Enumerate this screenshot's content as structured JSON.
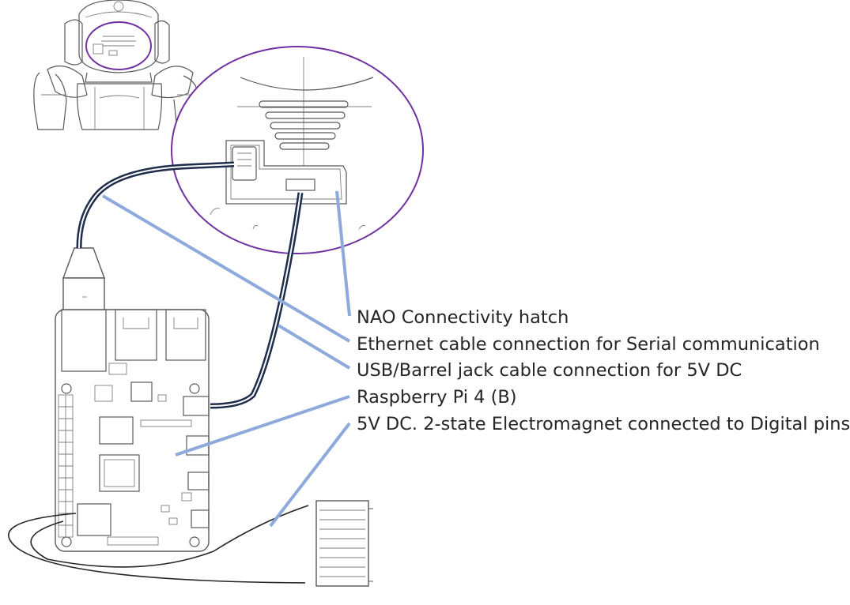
{
  "labels": [
    {
      "text": "NAO Connectivity hatch"
    },
    {
      "text": "Ethernet cable connection for Serial communication"
    },
    {
      "text": "USB/Barrel jack cable connection for 5V DC"
    },
    {
      "text": "Raspberry Pi 4 (B)"
    },
    {
      "text": "5V DC. 2-state Electromagnet connected to Digital pins"
    }
  ],
  "components": [
    {
      "name": "NAO robot torso"
    },
    {
      "name": "Connectivity hatch zoom"
    },
    {
      "name": "Raspberry Pi 4 (B) board"
    },
    {
      "name": "Electromagnet coil"
    }
  ],
  "colors": {
    "leader_line": "#8EA9DB",
    "zoom_circle": "#7030A0",
    "cable": "#1F2D4D",
    "text": "#262626"
  }
}
